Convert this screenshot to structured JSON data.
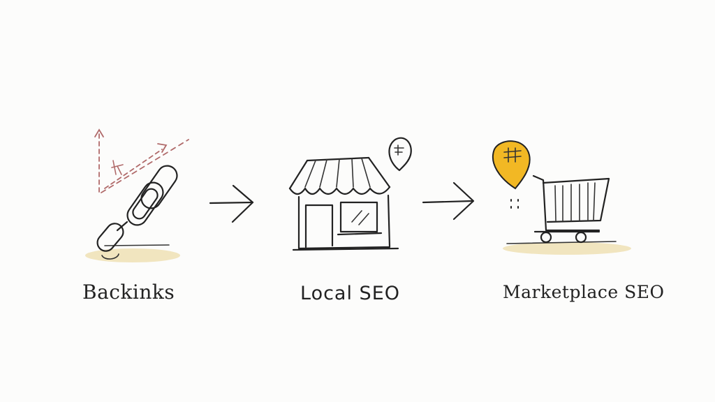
{
  "colors": {
    "ink": "#222222",
    "accent_red": "#b06a6a",
    "wash_yellow": "#efe1b4",
    "pin_yellow": "#f2b824"
  },
  "steps": [
    {
      "label": "Backinks",
      "icon": "chain-link-icon"
    },
    {
      "label": "Local SEO",
      "icon": "storefront-icon"
    },
    {
      "label": "Marketplace SEO",
      "icon": "shopping-cart-icon"
    }
  ],
  "connectors": [
    {
      "icon": "arrow-right-icon"
    },
    {
      "icon": "arrow-right-icon"
    }
  ]
}
